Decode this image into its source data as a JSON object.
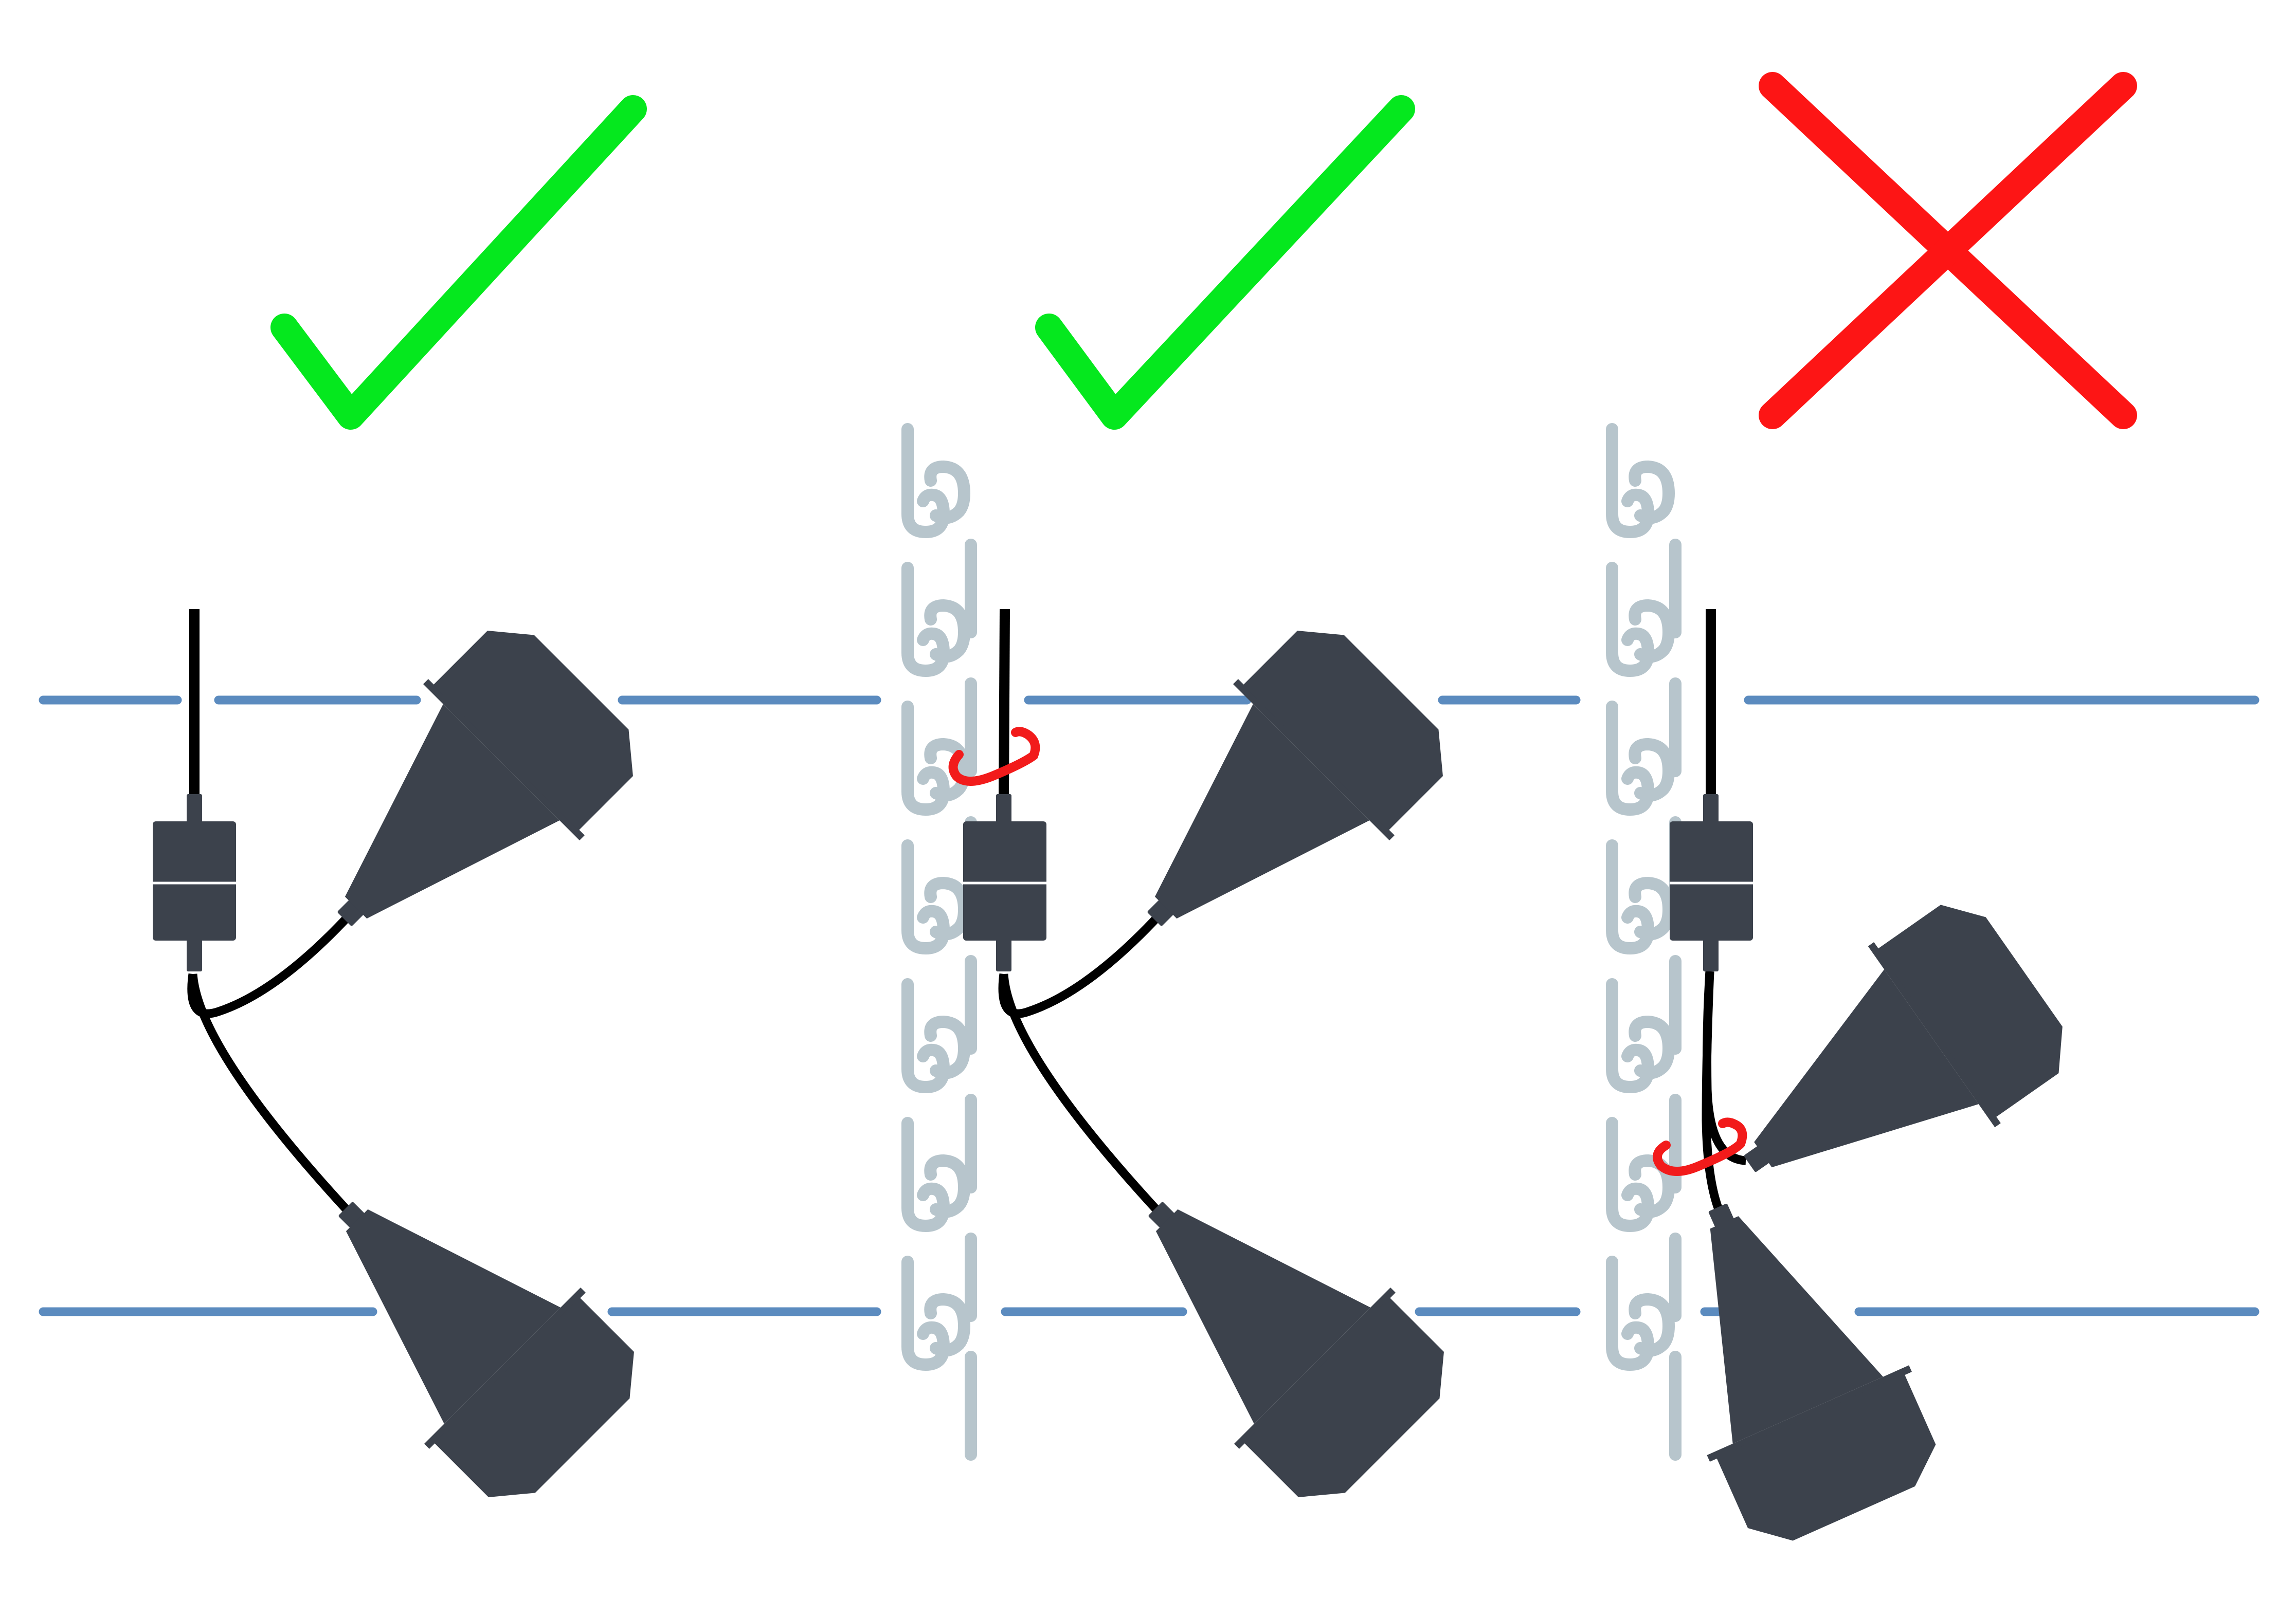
{
  "colors": {
    "background": "#ffffff",
    "check": "#05e81e",
    "cross": "#fd1515",
    "level_line": "#5b8bbf",
    "chain": "#b7c5cc",
    "body": "#3c424c",
    "cable": "#000000",
    "tie": "#f21b1b"
  },
  "panels": [
    {
      "verdict": "correct",
      "icon": "checkmark-icon",
      "mounting": "free-hanging",
      "has_chain": false,
      "has_tie": false
    },
    {
      "verdict": "correct",
      "icon": "checkmark-icon",
      "mounting": "tied-to-chain-above-junction",
      "has_chain": true,
      "has_tie": true
    },
    {
      "verdict": "incorrect",
      "icon": "cross-icon",
      "mounting": "tied-to-chain-below-junction",
      "has_chain": true,
      "has_tie": true
    }
  ]
}
